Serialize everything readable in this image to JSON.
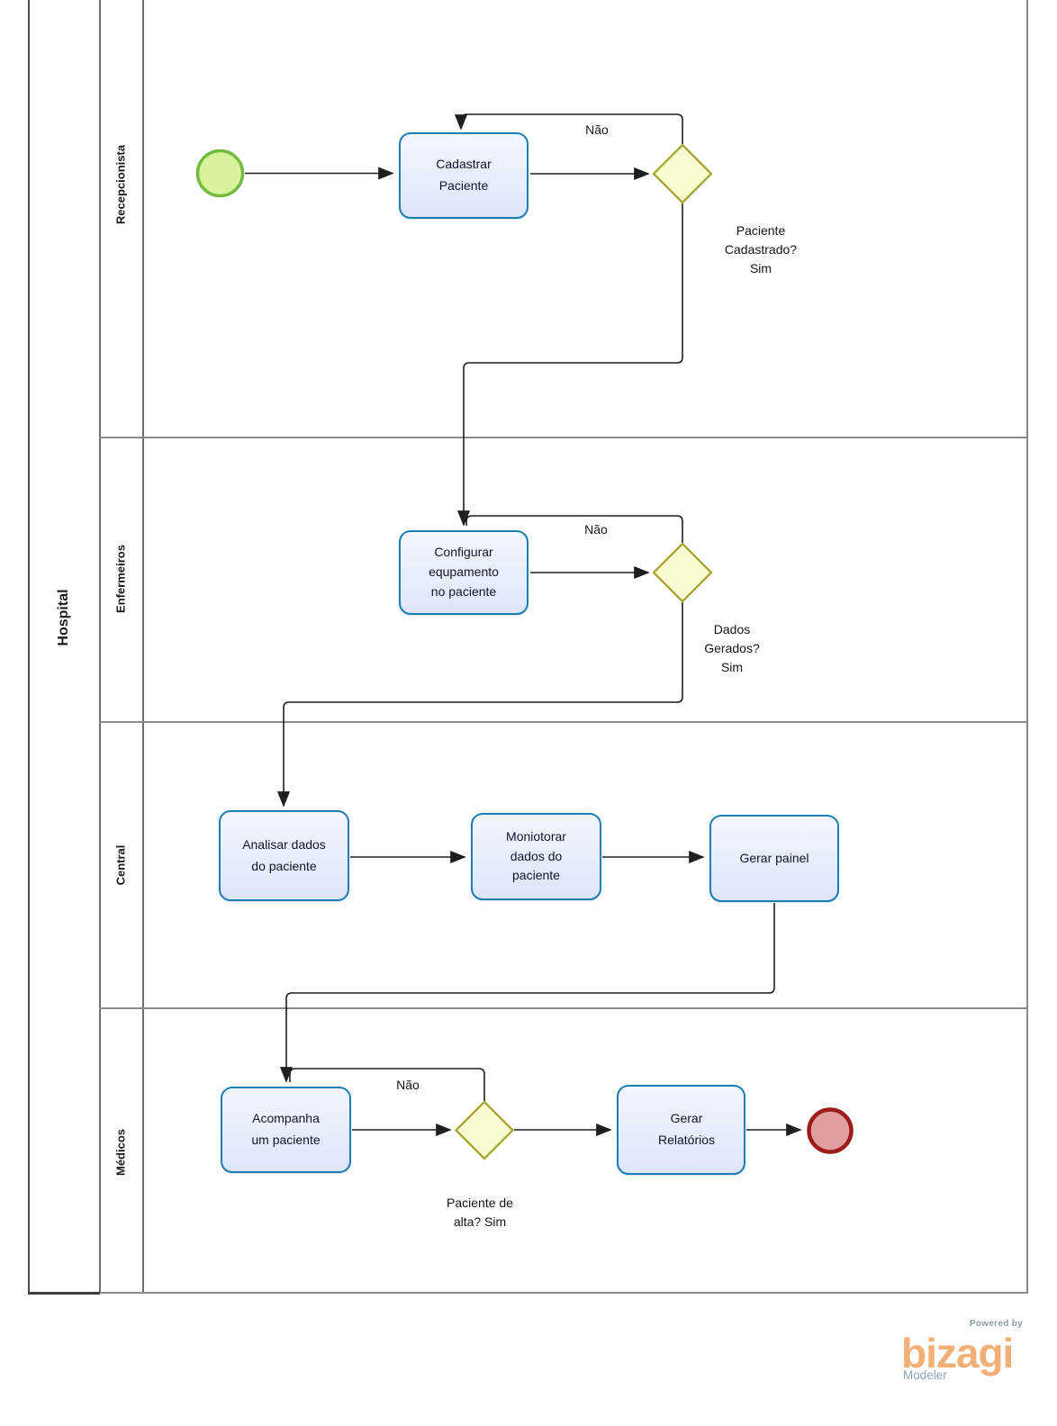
{
  "pool": {
    "label": "Hospital"
  },
  "lanes": [
    {
      "label": "Recepcionista"
    },
    {
      "label": "Enfermeiros"
    },
    {
      "label": "Central"
    },
    {
      "label": "Médicos"
    }
  ],
  "tasks": {
    "cadastrar": {
      "label": "Cadastrar\nPaciente"
    },
    "configurar": {
      "label": "Configurar\nequpamento\nno paciente",
      "icon": "gear-icon"
    },
    "analisar": {
      "label": "Analisar dados\ndo paciente"
    },
    "monitorar": {
      "label": "Moniotorar\ndados do\npaciente"
    },
    "gerar_painel": {
      "label": "Gerar painel"
    },
    "acompanha": {
      "label": "Acompanha\num paciente"
    },
    "gerar_relatorios": {
      "label": "Gerar\nRelatórios",
      "icon": "script-icon"
    }
  },
  "flow_labels": {
    "gateway1_no": "Não",
    "gateway1_yes": "Paciente\nCadastrado?\nSim",
    "gateway2_no": "Não",
    "gateway2_yes": "Dados\nGerados?\nSim",
    "gateway3_no": "Não",
    "gateway3_yes": "Paciente de\nalta? Sim"
  },
  "events": {
    "start": {
      "type": "start-event",
      "fill": "#d8f39c",
      "border": "#72bb3f"
    },
    "end": {
      "type": "end-event",
      "fill": "#e09e9e",
      "border": "#9e1b1b"
    }
  },
  "colors": {
    "task_border": "#1c7db3",
    "task_fill": "#e7edfb",
    "gateway_fill": "#fbfbd2",
    "gateway_border": "#a9a93a",
    "flow_line": "#1f1f1f",
    "lane_line": "#8a8a8a",
    "icon_blue": "#1a7ab5",
    "brand_orange": "#f2b077",
    "brand_gray": "#94a3af"
  },
  "branding": {
    "powered_by": "Powered by",
    "name": "bizagi",
    "product": "Modeler"
  }
}
